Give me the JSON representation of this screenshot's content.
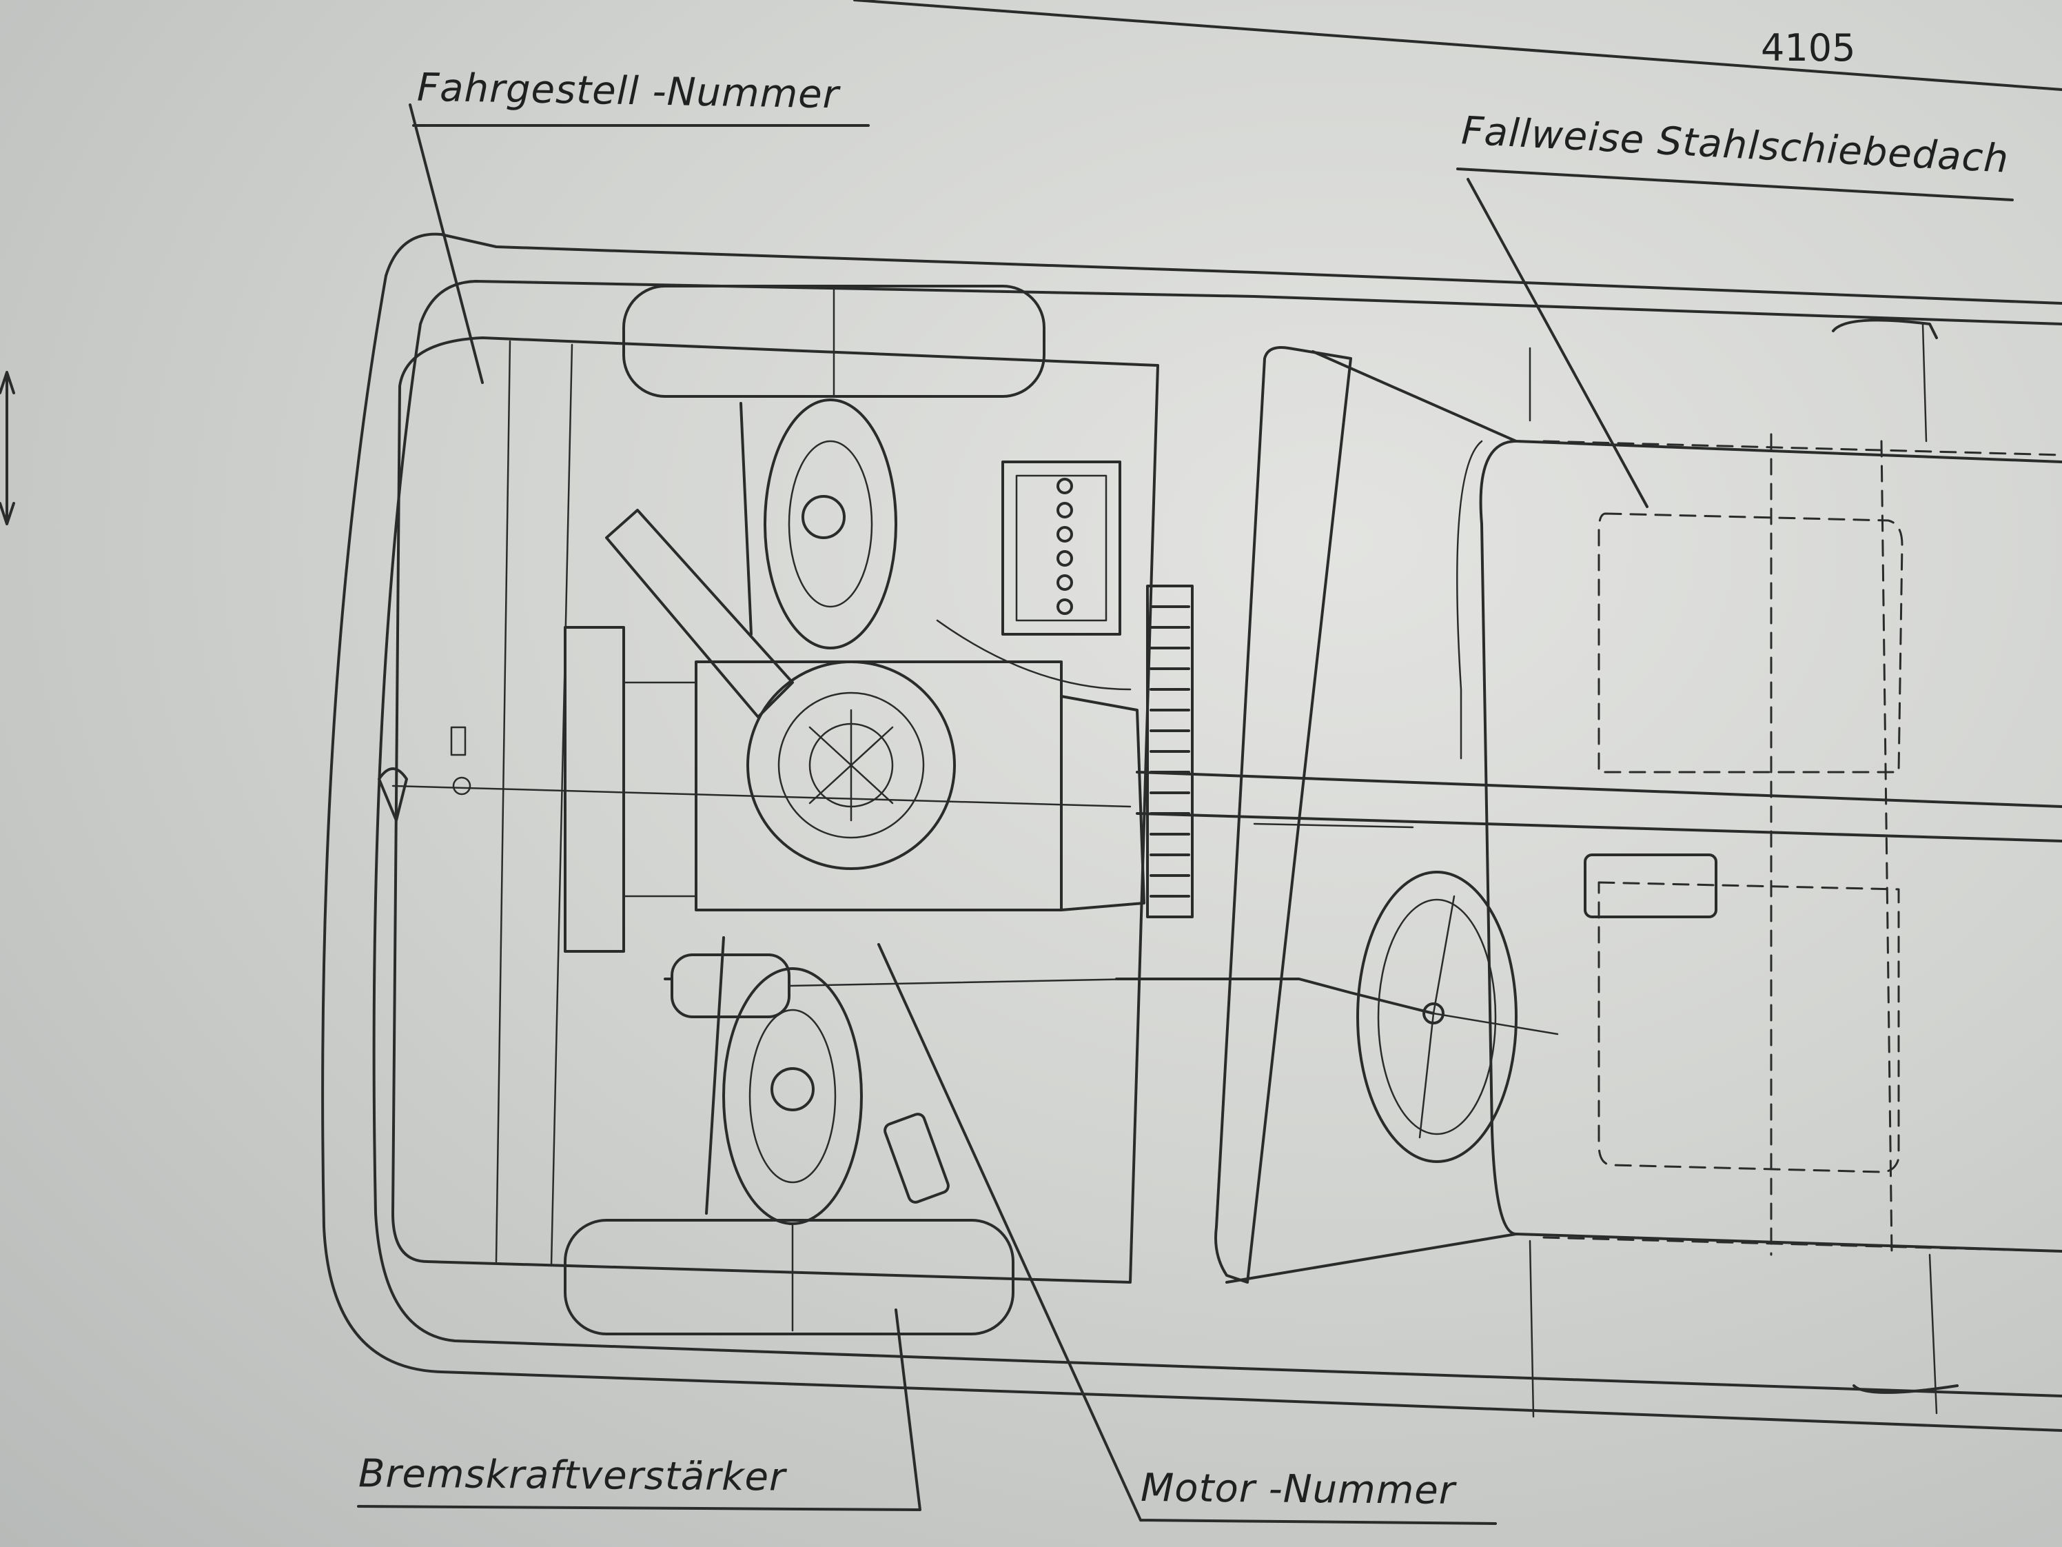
{
  "page_number": "4105",
  "labels": {
    "chassis_number": "Fahrgestell -Nummer",
    "sunroof": "Fallweise  Stahlschiebedach",
    "brake_booster": "Bremskraftverstärker",
    "engine_number": "Motor -Nummer"
  }
}
